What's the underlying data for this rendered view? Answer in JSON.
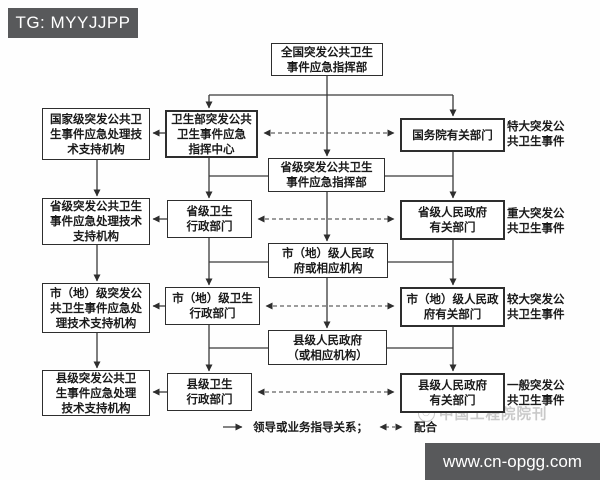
{
  "header": {
    "badge": "TG: MYYJJPP"
  },
  "footer": {
    "url": "www.cn-opgg.com"
  },
  "watermark": {
    "publisher": "中国工程院院刊"
  },
  "diagram": {
    "nodes": {
      "national_command": "全国突发公共卫生\n事件应急指挥部",
      "moh_command_center": "卫生部突发公共\n卫生事件应急\n指挥中心",
      "state_council_departments": "国务院有关部门",
      "national_tech_support": "国家级突发公共卫\n生事件应急处理技\n术支持机构",
      "provincial_command": "省级突发公共卫生\n事件应急指挥部",
      "provincial_tech_support": "省级突发公共卫生\n事件应急处理技术\n支持机构",
      "provincial_health_admin": "省级卫生\n行政部门",
      "provincial_gov_departments": "省级人民政府\n有关部门",
      "city_gov_or_agency": "市（地）级人民政\n府或相应机构",
      "city_tech_support": "市（地）级突发公\n共卫生事件应急处\n理技术支持机构",
      "city_health_admin": "市（地）级卫生\n行政部门",
      "city_gov_departments": "市（地）级人民政\n府有关部门",
      "county_gov_or_agency": "县级人民政府\n（或相应机构）",
      "county_tech_support": "县级突发公共卫\n生事件应急处理\n技术支持机构",
      "county_health_admin": "县级卫生\n行政部门",
      "county_gov_departments": "县级人民政府\n有关部门"
    },
    "severity_labels": {
      "extraordinary": "特大突发公\n共卫生事件",
      "major": "重大突发公\n共卫生事件",
      "large": "较大突发公\n共卫生事件",
      "general": "一般突发公\n共卫生事件"
    },
    "legend": {
      "solid_arrow": "领导或业务指导关系；",
      "dashed_arrow": "配合"
    },
    "colors": {
      "line": "#3a3a3a",
      "bar_background": "#58595b",
      "watermark": "#c9c9c9"
    }
  }
}
